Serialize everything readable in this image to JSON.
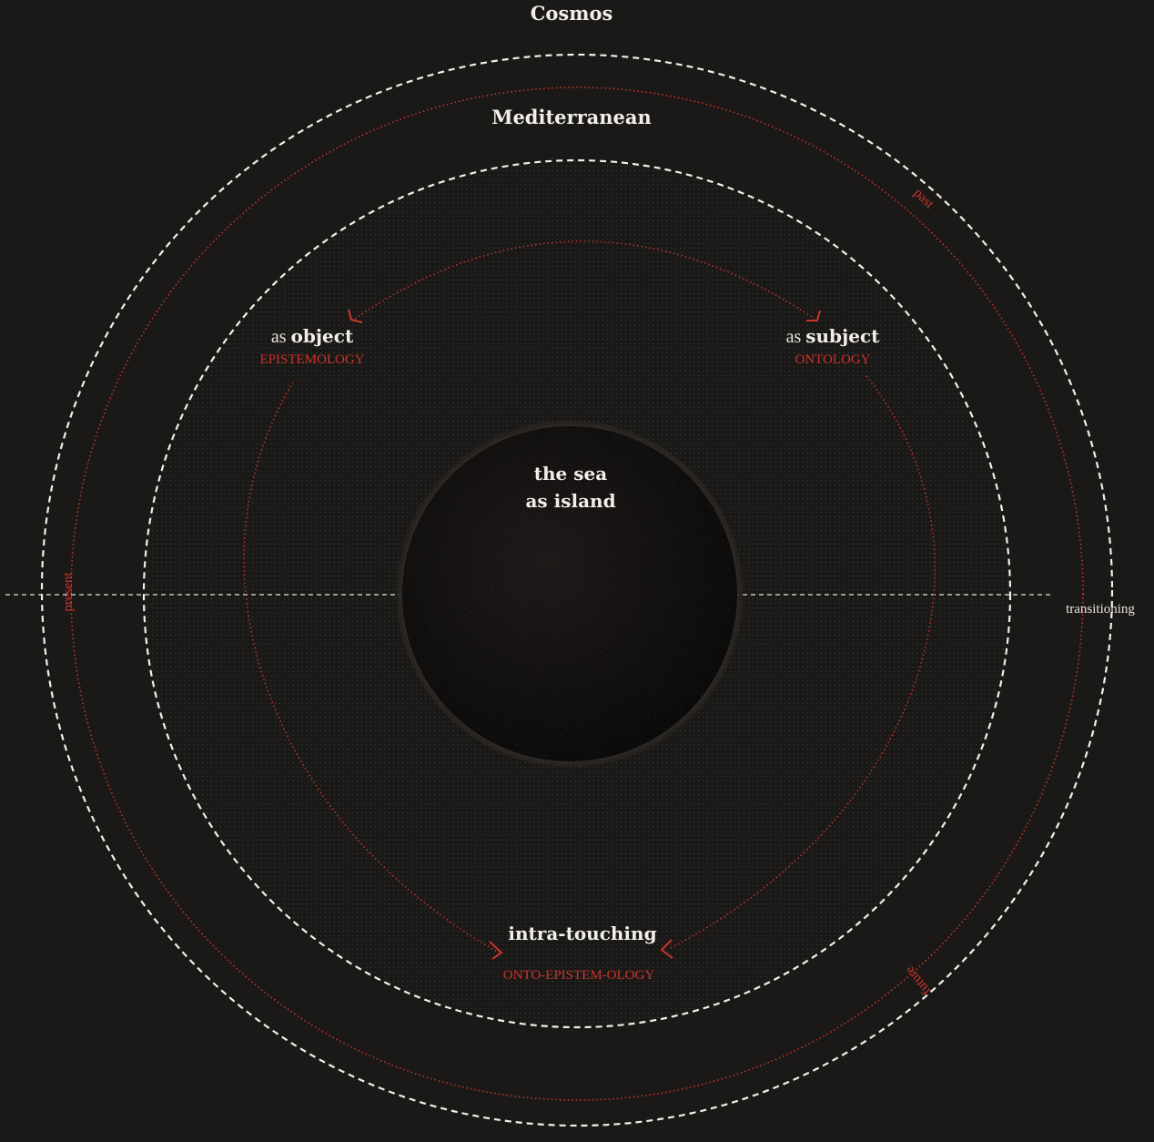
{
  "labels": {
    "cosmos": "Cosmos",
    "mediterranean": "Mediterranean",
    "object_prefix": "as ",
    "object_word": "object",
    "object_sub": "EPISTEMOLOGY",
    "subject_prefix": "as ",
    "subject_word": "subject",
    "subject_sub": "ONTOLOGY",
    "center_line1": "the sea",
    "center_line2": "as island",
    "bottom_main": "intra-touching",
    "bottom_sub": "ONTO-EPISTEM-OLOGY",
    "transitioning": "transitioning",
    "present": "present",
    "past": "past",
    "future": "future"
  },
  "colors": {
    "background": "#1a1917",
    "dashed_white": "#f2efe9",
    "dotted_red": "#c9342c",
    "island": "#0f0d0c"
  }
}
